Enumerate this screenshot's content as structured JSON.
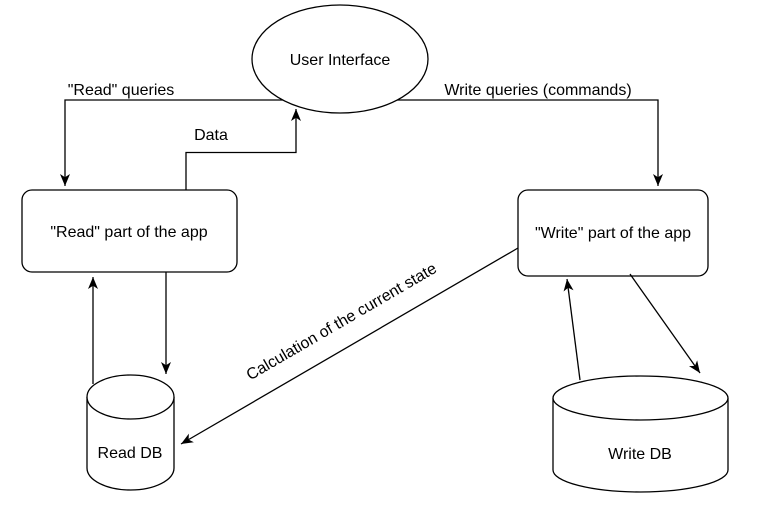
{
  "diagram": {
    "background": "#ffffff",
    "stroke_color": "#000000",
    "text_color": "#000000",
    "nodes": {
      "user_interface": {
        "label": "User Interface",
        "shape": "ellipse"
      },
      "read_app": {
        "label": "\"Read\" part of the app",
        "shape": "rounded-rect"
      },
      "write_app": {
        "label": "\"Write\" part of the app",
        "shape": "rounded-rect"
      },
      "read_db": {
        "label": "Read DB",
        "shape": "cylinder"
      },
      "write_db": {
        "label": "Write DB",
        "shape": "cylinder"
      }
    },
    "edges": {
      "read_queries": {
        "label": "\"Read\" queries",
        "from": "user_interface",
        "to": "read_app"
      },
      "write_queries": {
        "label": "Write queries (commands)",
        "from": "user_interface",
        "to": "write_app"
      },
      "data": {
        "label": "Data",
        "from": "read_app",
        "to": "user_interface"
      },
      "read_db_to_app": {
        "from": "read_db",
        "to": "read_app"
      },
      "app_to_read_db": {
        "from": "read_app",
        "to": "read_db"
      },
      "write_db_to_app": {
        "from": "write_db",
        "to": "write_app"
      },
      "app_to_write_db": {
        "from": "write_app",
        "to": "write_db"
      },
      "calculation": {
        "label": "Calculation of the current state",
        "from": "write_app",
        "to": "read_db"
      }
    }
  }
}
